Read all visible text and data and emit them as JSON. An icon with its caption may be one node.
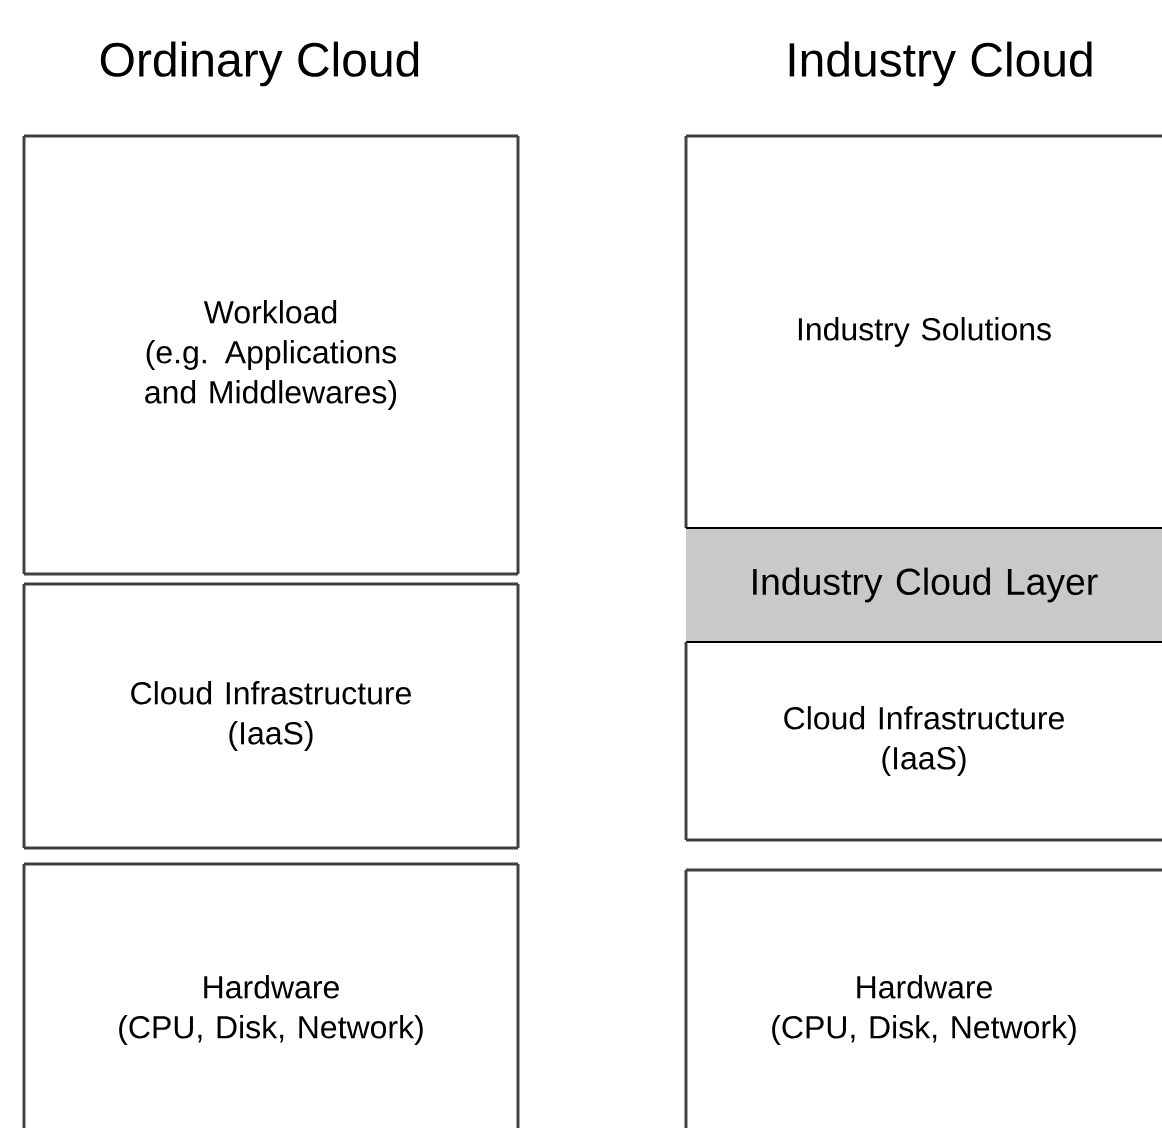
{
  "diagram": {
    "labels": [
      "Ordinary Cloud",
      "Industry Cloud"
    ],
    "nodes": [
      {
        "text": [
          "Workload",
          "(e.g. Applications and Middlewares)"
        ]
      },
      {
        "text": [
          "Cloud Infrastructure",
          "(IaaS)"
        ]
      },
      {
        "text": [
          "Hardware",
          "(CPU, Disk, Network)"
        ]
      },
      {
        "text": [
          "Industry Solutions"
        ]
      },
      {
        "text": [
          "Industry Cloud Layer"
        ]
      },
      {
        "text": [
          "Cloud Infrastructure",
          "(IaaS)"
        ]
      },
      {
        "text": [
          "Hardware",
          "(CPU, Disk, Network)"
        ]
      }
    ]
  }
}
